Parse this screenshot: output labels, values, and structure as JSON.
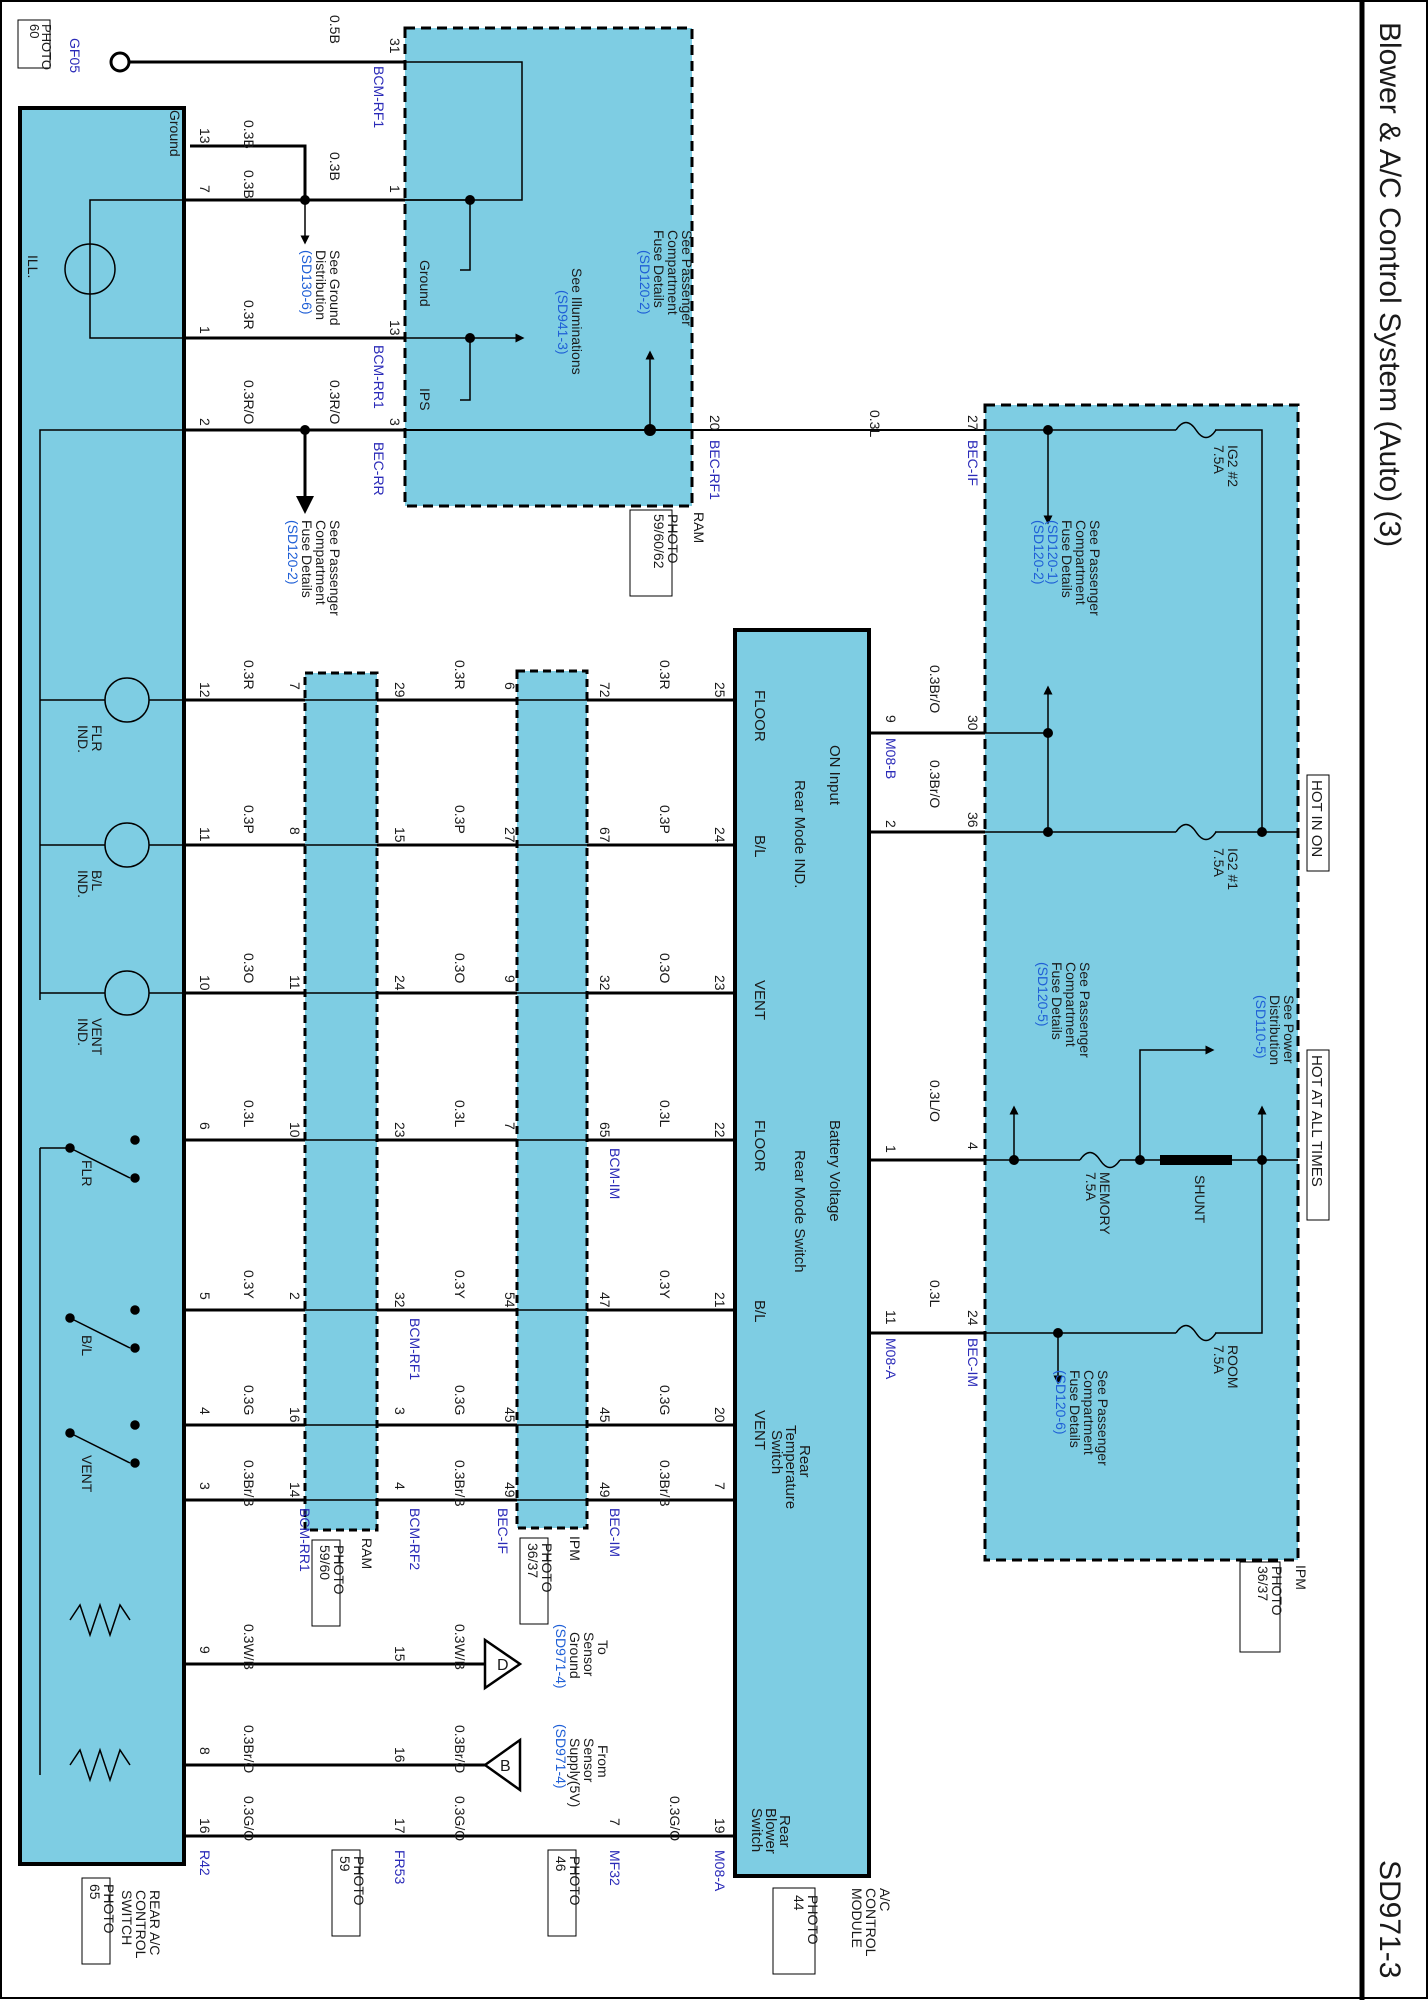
{
  "page": {
    "title": "Blower & A/C Control System (Auto) (3)",
    "page_id": "SD971-3"
  },
  "colors": {
    "module_fill": "#7ecde3",
    "wire": "#000000",
    "connector_ref": "#2b2bb8",
    "link_ref": "#1f5fd6"
  },
  "labels": {
    "hot_in_on": "HOT IN ON",
    "hot_at_all_times": "HOT AT ALL TIMES",
    "ground_pin": "Ground",
    "ill": "ILL.",
    "flr_ind": [
      "FLR",
      "IND."
    ],
    "bl_ind": [
      "B/L",
      "IND."
    ],
    "vent_ind": [
      "VENT",
      "IND."
    ],
    "sw_flr": "FLR",
    "sw_bl": "B/L",
    "sw_vent": "VENT",
    "ram_ground": "Ground",
    "ram_ips": "IPS",
    "ram_see_fuse": [
      "See Passenger",
      "Compartment",
      "Fuse Details"
    ],
    "ram_see_fuse_ref": "(SD120-2)",
    "ram_see_illum": "See Illuminations",
    "ram_see_illum_ref": "(SD941-3)",
    "see_ground": [
      "See Ground",
      "Distribution"
    ],
    "see_ground_ref": "(SD130-6)",
    "bec_see_fuse": [
      "See Passenger",
      "Compartment",
      "Fuse Details"
    ],
    "bec_see_fuse_ref": "(SD120-2)",
    "ig2_2": "IG2 #2",
    "ig2_1": "IG2 #1",
    "memory": "MEMORY",
    "room": "ROOM",
    "shunt": "SHUNT",
    "amp_7_5": "7.5A",
    "ipm_see_fuse_top": [
      "See Passenger",
      "Compartment",
      "Fuse Details"
    ],
    "ipm_see_fuse_top_refs": [
      "(SD120-1)",
      "(SD120-2)"
    ],
    "ipm_see_fuse_mid": [
      "See Passenger",
      "Compartment",
      "Fuse Details"
    ],
    "ipm_see_fuse_mid_ref": "(SD120-5)",
    "ipm_see_power": [
      "See Power",
      "Distribution"
    ],
    "ipm_see_power_ref": "(SD110-5)",
    "ipm_see_fuse_bot": [
      "See Passenger",
      "Compartment",
      "Fuse Details"
    ],
    "ipm_see_fuse_bot_ref": "(SD120-6)",
    "on_input": "ON Input",
    "battery_voltage": "Battery Voltage",
    "rear_mode_ind": "Rear Mode IND.",
    "rear_mode_switch": "Rear Mode Switch",
    "rear_temp_switch": [
      "Rear",
      "Temperature",
      "Switch"
    ],
    "rear_blower_switch": [
      "Rear",
      "Blower",
      "Switch"
    ],
    "mod_floor": "FLOOR",
    "mod_bl": "B/L",
    "mod_vent": "VENT",
    "to_sensor_ground": [
      "To",
      "Sensor",
      "Ground"
    ],
    "to_sensor_ground_ref": "(SD971-4)",
    "from_sensor_supply": [
      "From",
      "Sensor",
      "Supply(5V)"
    ],
    "from_sensor_supply_ref": "(SD971-4)",
    "tri_d": "D",
    "tri_b": "B"
  },
  "components": {
    "gf05": {
      "ref": "GF05",
      "photo": [
        "PHOTO",
        "60"
      ]
    },
    "ram_top": {
      "name": "RAM",
      "photo": [
        "PHOTO",
        "59/60/62"
      ]
    },
    "ram_bot": {
      "name": "RAM",
      "photo": [
        "PHOTO",
        "59/60"
      ]
    },
    "ipm_right": {
      "name": "IPM",
      "photo": [
        "PHOTO",
        "36/37"
      ]
    },
    "ipm_mid": {
      "name": "IPM",
      "photo": [
        "PHOTO",
        "36/37"
      ]
    },
    "rear_ac_switch": {
      "name": [
        "REAR A/C",
        "CONTROL",
        "SWITCH"
      ],
      "photo": [
        "PHOTO",
        "65"
      ]
    },
    "ac_module": {
      "name": [
        "A/C",
        "CONTROL",
        "MODULE"
      ],
      "photo": [
        "PHOTO",
        "44"
      ]
    },
    "fr53": {
      "photo": [
        "PHOTO",
        "59"
      ]
    },
    "mf32": {
      "photo": [
        "PHOTO",
        "46"
      ]
    }
  },
  "connectors": {
    "bcm_rf1": "BCM-RF1",
    "bcm_rr1": "BCM-RR1",
    "bec_rr": "BEC-RR",
    "bec_rf1": "BEC-RF1",
    "bec_if": "BEC-IF",
    "m08_b": "M08-B",
    "m08_a": "M08-A",
    "bec_im": "BEC-IM",
    "bcm_im": "BCM-IM",
    "bcm_rf2": "BCM-RF2",
    "r42": "R42",
    "fr53": "FR53",
    "mf32": "MF32"
  },
  "top_wires": [
    {
      "name": "gf05-ground",
      "pins": [
        "31"
      ],
      "colors": [
        "0.5B"
      ]
    },
    {
      "name": "ground-13",
      "pins": [
        "13"
      ],
      "colors": [
        "0.3B"
      ]
    },
    {
      "name": "ground-7",
      "pins": [
        "7",
        "1"
      ],
      "colors": [
        "0.3B",
        "0.3B"
      ]
    },
    {
      "name": "ill-1",
      "pins": [
        "1",
        "13"
      ],
      "colors": [
        "0.3R"
      ]
    },
    {
      "name": "ill-2",
      "pins": [
        "2",
        "3",
        "20",
        "27"
      ],
      "colors": [
        "0.3R/O",
        "0.3R/O",
        "0.3L"
      ]
    }
  ],
  "ipm_wires": [
    {
      "name": "on-input-30",
      "pins": [
        "9",
        "30"
      ],
      "color": "0.3Br/O"
    },
    {
      "name": "on-input-36",
      "pins": [
        "2",
        "36"
      ],
      "color": "0.3Br/O"
    },
    {
      "name": "battery-4",
      "pins": [
        "1",
        "4"
      ],
      "color": "0.3L/O"
    },
    {
      "name": "battery-24",
      "pins": [
        "11",
        "24"
      ],
      "color": "0.3L"
    }
  ],
  "signal_rows": [
    {
      "name": "flr-ind",
      "pins": [
        "12",
        "7",
        "29",
        "6",
        "72",
        "25"
      ],
      "colors": [
        "0.3R",
        "0.3R",
        "0.3R"
      ]
    },
    {
      "name": "bl-ind",
      "pins": [
        "11",
        "8",
        "15",
        "27",
        "67",
        "24"
      ],
      "colors": [
        "0.3P",
        "0.3P",
        "0.3P"
      ]
    },
    {
      "name": "vent-ind",
      "pins": [
        "10",
        "11",
        "24",
        "9",
        "32",
        "23"
      ],
      "colors": [
        "0.3O",
        "0.3O",
        "0.3O"
      ]
    },
    {
      "name": "flr-sw",
      "pins": [
        "6",
        "10",
        "23",
        "7",
        "65",
        "22"
      ],
      "colors": [
        "0.3L",
        "0.3L",
        "0.3L"
      ]
    },
    {
      "name": "bl-sw",
      "pins": [
        "5",
        "2",
        "32",
        "54",
        "47",
        "21"
      ],
      "colors": [
        "0.3Y",
        "0.3Y",
        "0.3Y"
      ]
    },
    {
      "name": "vent-sw",
      "pins": [
        "4",
        "16",
        "3",
        "45",
        "45",
        "20"
      ],
      "colors": [
        "0.3G",
        "0.3G",
        "0.3G"
      ]
    },
    {
      "name": "temp-sw",
      "pins": [
        "3",
        "14",
        "4",
        "49",
        "49",
        "7"
      ],
      "colors": [
        "0.3Br/B",
        "0.3Br/B",
        "0.3Br/B"
      ]
    }
  ],
  "sensor_rows": [
    {
      "name": "sensor-ground",
      "pins": [
        "9",
        "15"
      ],
      "colors": [
        "0.3W/B",
        "0.3W/B"
      ]
    },
    {
      "name": "sensor-supply",
      "pins": [
        "8",
        "16"
      ],
      "colors": [
        "0.3Br/O",
        "0.3Br/O"
      ]
    },
    {
      "name": "blower",
      "pins": [
        "16",
        "17",
        "7",
        "19"
      ],
      "colors": [
        "0.3G/O",
        "0.3G/O",
        "0.3G/O"
      ]
    }
  ]
}
